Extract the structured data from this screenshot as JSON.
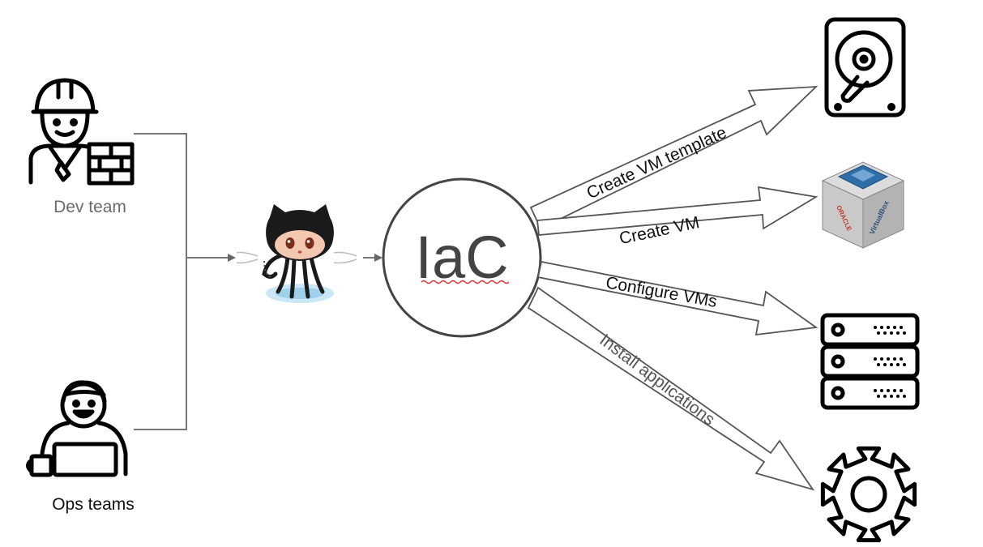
{
  "actors": {
    "dev": {
      "label": "Dev team",
      "icon": "construction-worker-icon"
    },
    "ops": {
      "label": "Ops teams",
      "icon": "laptop-user-icon"
    }
  },
  "hub": {
    "icon": "github-octocat-icon"
  },
  "center": {
    "label": "IaC"
  },
  "arrows": [
    {
      "label": "Create VM template",
      "target_icon": "hard-disk-icon"
    },
    {
      "label": "Create VM",
      "target_icon": "virtualbox-icon"
    },
    {
      "label": "Configure VMs",
      "target_icon": "server-rack-icon"
    },
    {
      "label": "Install applications",
      "target_icon": "gear-icon"
    }
  ],
  "virtualbox_logo": {
    "brand": "ORACLE",
    "product": "VirtualBox"
  },
  "colors": {
    "stroke": "#555555",
    "text": "#111111",
    "muted_text": "#6b6b6b",
    "spellcheck_underline": "#d33030",
    "virtualbox_blue": "#2f6ea8"
  }
}
